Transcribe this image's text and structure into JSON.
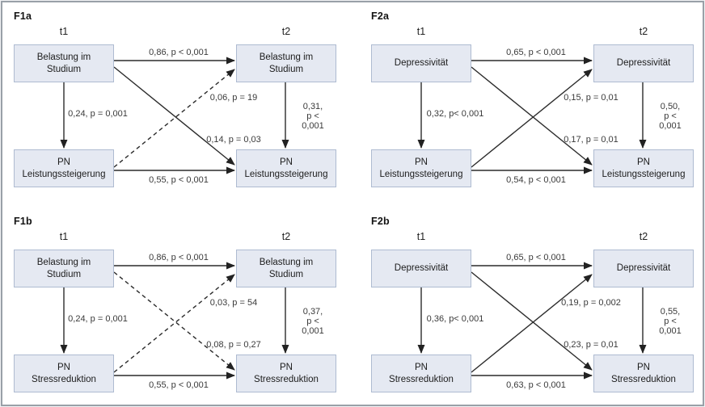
{
  "figure": {
    "colors": {
      "box_fill": "#e5e9f2",
      "box_border": "#aebbd1",
      "line": "#2b2b2b",
      "label_text": "#3a3a3a",
      "frame_border": "#99a0a8"
    },
    "panels": [
      {
        "id": "F1a",
        "title": "F1a",
        "time_labels": {
          "t1": "t1",
          "t2": "t2"
        },
        "boxes": {
          "top_left": "Belastung im\nStudium",
          "top_right": "Belastung im\nStudium",
          "bottom_left": "PN\nLeistungssteigerung",
          "bottom_right": "PN\nLeistungssteigerung"
        },
        "edges": {
          "top": {
            "label": "0,86, p < 0,001",
            "dash": "none"
          },
          "left": {
            "label": "0,24, p = 0,001",
            "dash": "none"
          },
          "right": {
            "label": "0,31,\np < 0,001",
            "dash": "none"
          },
          "cross_up": {
            "label": "0,06, p = 19",
            "dash": "5,4"
          },
          "cross_down": {
            "label": "0,14, p = 0,03",
            "dash": "none"
          },
          "bottom": {
            "label": "0,55, p < 0,001",
            "dash": "none"
          }
        }
      },
      {
        "id": "F2a",
        "title": "F2a",
        "time_labels": {
          "t1": "t1",
          "t2": "t2"
        },
        "boxes": {
          "top_left": "Depressivität",
          "top_right": "Depressivität",
          "bottom_left": "PN\nLeistungssteigerung",
          "bottom_right": "PN\nLeistungssteigerung"
        },
        "edges": {
          "top": {
            "label": "0,65, p < 0,001",
            "dash": "none"
          },
          "left": {
            "label": "0,32, p< 0,001",
            "dash": "none"
          },
          "right": {
            "label": "0,50,\np < 0,001",
            "dash": "none"
          },
          "cross_up": {
            "label": "0,15, p = 0,01",
            "dash": "none"
          },
          "cross_down": {
            "label": "0,17, p = 0,01",
            "dash": "none"
          },
          "bottom": {
            "label": "0,54, p < 0,001",
            "dash": "none"
          }
        }
      },
      {
        "id": "F1b",
        "title": "F1b",
        "time_labels": {
          "t1": "t1",
          "t2": "t2"
        },
        "boxes": {
          "top_left": "Belastung im\nStudium",
          "top_right": "Belastung im\nStudium",
          "bottom_left": "PN\nStressreduktion",
          "bottom_right": "PN\nStressreduktion"
        },
        "edges": {
          "top": {
            "label": "0,86, p < 0,001",
            "dash": "none"
          },
          "left": {
            "label": "0,24, p = 0,001",
            "dash": "none"
          },
          "right": {
            "label": "0,37,\np < 0,001",
            "dash": "none"
          },
          "cross_up": {
            "label": "0,03, p = 54",
            "dash": "5,4"
          },
          "cross_down": {
            "label": "0,08, p = 0,27",
            "dash": "5,4"
          },
          "bottom": {
            "label": "0,55, p < 0,001",
            "dash": "none"
          }
        }
      },
      {
        "id": "F2b",
        "title": "F2b",
        "time_labels": {
          "t1": "t1",
          "t2": "t2"
        },
        "boxes": {
          "top_left": "Depressivität",
          "top_right": "Depressivität",
          "bottom_left": "PN\nStressreduktion",
          "bottom_right": "PN\nStressreduktion"
        },
        "edges": {
          "top": {
            "label": "0,65, p < 0,001",
            "dash": "none"
          },
          "left": {
            "label": "0,36, p< 0,001",
            "dash": "none"
          },
          "right": {
            "label": "0,55,\np < 0,001",
            "dash": "none"
          },
          "cross_up": {
            "label": "0,19, p = 0,002",
            "dash": "none"
          },
          "cross_down": {
            "label": "0,23, p = 0,01",
            "dash": "none"
          },
          "bottom": {
            "label": "0,63, p < 0,001",
            "dash": "none"
          }
        }
      }
    ]
  }
}
